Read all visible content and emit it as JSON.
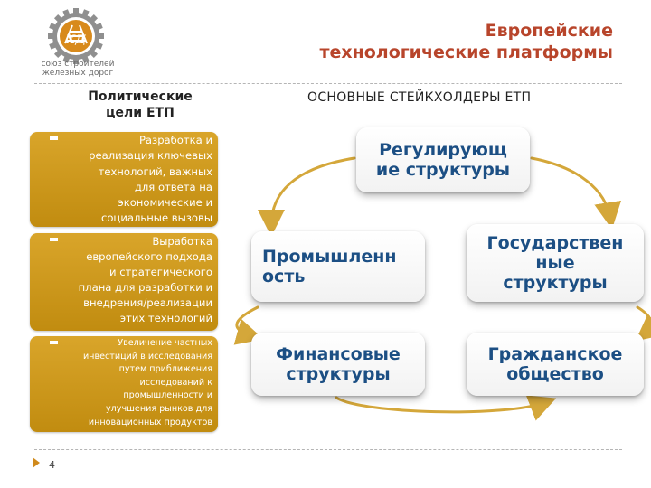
{
  "logo": {
    "monogram": "ХД",
    "caption_line1": "союз строителей",
    "caption_line2": "железных дорог",
    "colors": {
      "gear": "#8a8a8a",
      "circle": "#d88a1c"
    }
  },
  "header": {
    "title_line1": "Европейские",
    "title_line2": "технологические платформы",
    "title_color": "#b8452b"
  },
  "left": {
    "heading_line1": "Политические",
    "heading_line2": "цели ЕТП",
    "boxes": [
      {
        "lines": [
          "Разработка и",
          "реализация ключевых",
          "технологий, важных",
          "для ответа на",
          "экономические и",
          "социальные вызовы"
        ]
      },
      {
        "lines": [
          "Выработка",
          "европейского подхода",
          "и стратегического",
          "плана для разработки и",
          "внедрения/реализации",
          "этих технологий"
        ]
      },
      {
        "lines": [
          "Увеличение частных",
          "инвестиций в исследования",
          "путем приближения",
          "исследований к",
          "промышленности и",
          "улучшения рынков для",
          "инновационных продуктов"
        ]
      }
    ],
    "box_color": "#c99418"
  },
  "right": {
    "heading": "ОСНОВНЫЕ СТЕЙКХОЛДЕРЫ ЕТП",
    "cards": {
      "regulatory": [
        "Регулирующ",
        "ие структуры"
      ],
      "industry": [
        "Промышленн",
        "ость"
      ],
      "government": [
        "Государствен",
        "ные",
        "структуры"
      ],
      "finance": [
        "Финансовые",
        "структуры"
      ],
      "civil": [
        "Гражданское",
        "общество"
      ]
    },
    "card_text_color": "#1c4f84",
    "arrow_color": "#d4a73a"
  },
  "footer": {
    "slide_number": "4"
  }
}
